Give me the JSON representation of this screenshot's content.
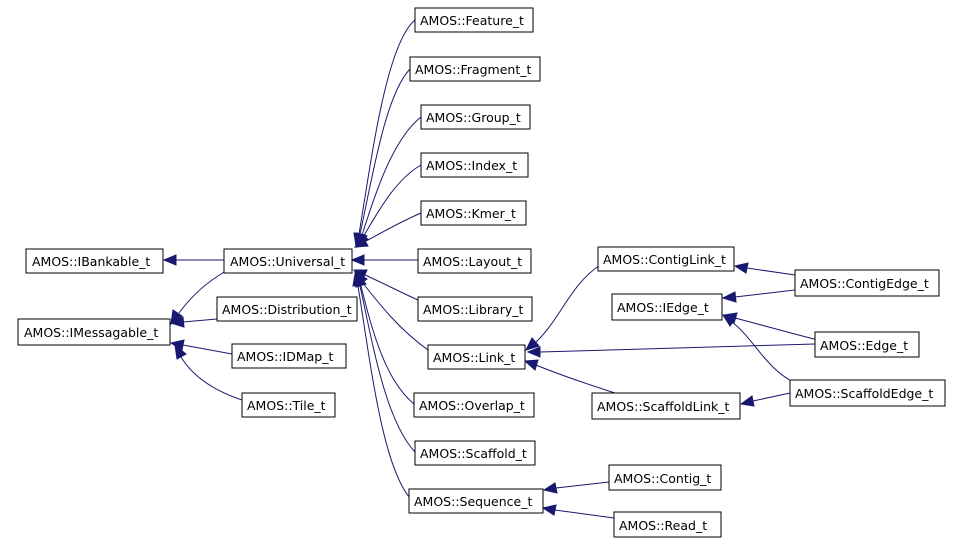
{
  "diagram": {
    "colors": {
      "edge": "#191970",
      "node_border": "#000000",
      "node_fill": "#ffffff",
      "background": "#ffffff"
    },
    "nodes": {
      "ibankable": "AMOS::IBankable_t",
      "imessagable": "AMOS::IMessagable_t",
      "universal": "AMOS::Universal_t",
      "distribution": "AMOS::Distribution_t",
      "idmap": "AMOS::IDMap_t",
      "tile": "AMOS::Tile_t",
      "feature": "AMOS::Feature_t",
      "fragment": "AMOS::Fragment_t",
      "group": "AMOS::Group_t",
      "index": "AMOS::Index_t",
      "kmer": "AMOS::Kmer_t",
      "layout": "AMOS::Layout_t",
      "library": "AMOS::Library_t",
      "link": "AMOS::Link_t",
      "overlap": "AMOS::Overlap_t",
      "scaffold": "AMOS::Scaffold_t",
      "sequence": "AMOS::Sequence_t",
      "contiglink": "AMOS::ContigLink_t",
      "iedge": "AMOS::IEdge_t",
      "scaffoldlink": "AMOS::ScaffoldLink_t",
      "contigedge": "AMOS::ContigEdge_t",
      "edge": "AMOS::Edge_t",
      "scaffoldedge": "AMOS::ScaffoldEdge_t",
      "contig": "AMOS::Contig_t",
      "read": "AMOS::Read_t"
    },
    "edges": [
      {
        "from": "universal",
        "to": "ibankable"
      },
      {
        "from": "universal",
        "to": "imessagable"
      },
      {
        "from": "distribution",
        "to": "imessagable"
      },
      {
        "from": "idmap",
        "to": "imessagable"
      },
      {
        "from": "tile",
        "to": "imessagable"
      },
      {
        "from": "feature",
        "to": "universal"
      },
      {
        "from": "fragment",
        "to": "universal"
      },
      {
        "from": "group",
        "to": "universal"
      },
      {
        "from": "index",
        "to": "universal"
      },
      {
        "from": "kmer",
        "to": "universal"
      },
      {
        "from": "layout",
        "to": "universal"
      },
      {
        "from": "library",
        "to": "universal"
      },
      {
        "from": "link",
        "to": "universal"
      },
      {
        "from": "overlap",
        "to": "universal"
      },
      {
        "from": "scaffold",
        "to": "universal"
      },
      {
        "from": "sequence",
        "to": "universal"
      },
      {
        "from": "contiglink",
        "to": "link"
      },
      {
        "from": "edge",
        "to": "link"
      },
      {
        "from": "scaffoldlink",
        "to": "link"
      },
      {
        "from": "contigedge",
        "to": "contiglink"
      },
      {
        "from": "contigedge",
        "to": "iedge"
      },
      {
        "from": "edge",
        "to": "iedge"
      },
      {
        "from": "scaffoldedge",
        "to": "iedge"
      },
      {
        "from": "scaffoldedge",
        "to": "scaffoldlink"
      },
      {
        "from": "contig",
        "to": "sequence"
      },
      {
        "from": "read",
        "to": "sequence"
      }
    ]
  }
}
